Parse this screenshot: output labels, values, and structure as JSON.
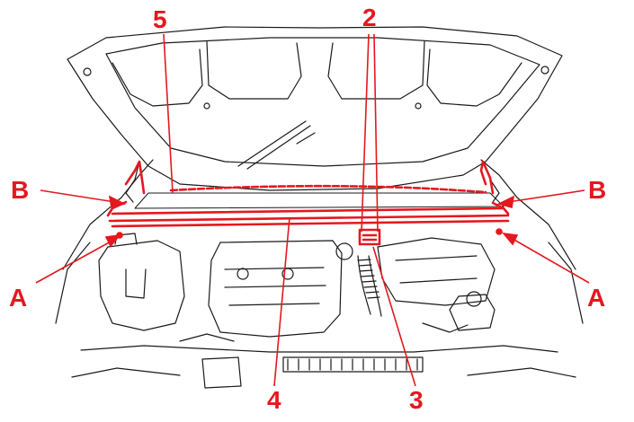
{
  "colors": {
    "accent": "#e4181f",
    "line": "#1a1a1a"
  },
  "callouts": {
    "c5": "5",
    "c2": "2",
    "c3": "3",
    "c4": "4",
    "bLeft": "B",
    "bRight": "B",
    "aLeft": "A",
    "aRight": "A"
  }
}
